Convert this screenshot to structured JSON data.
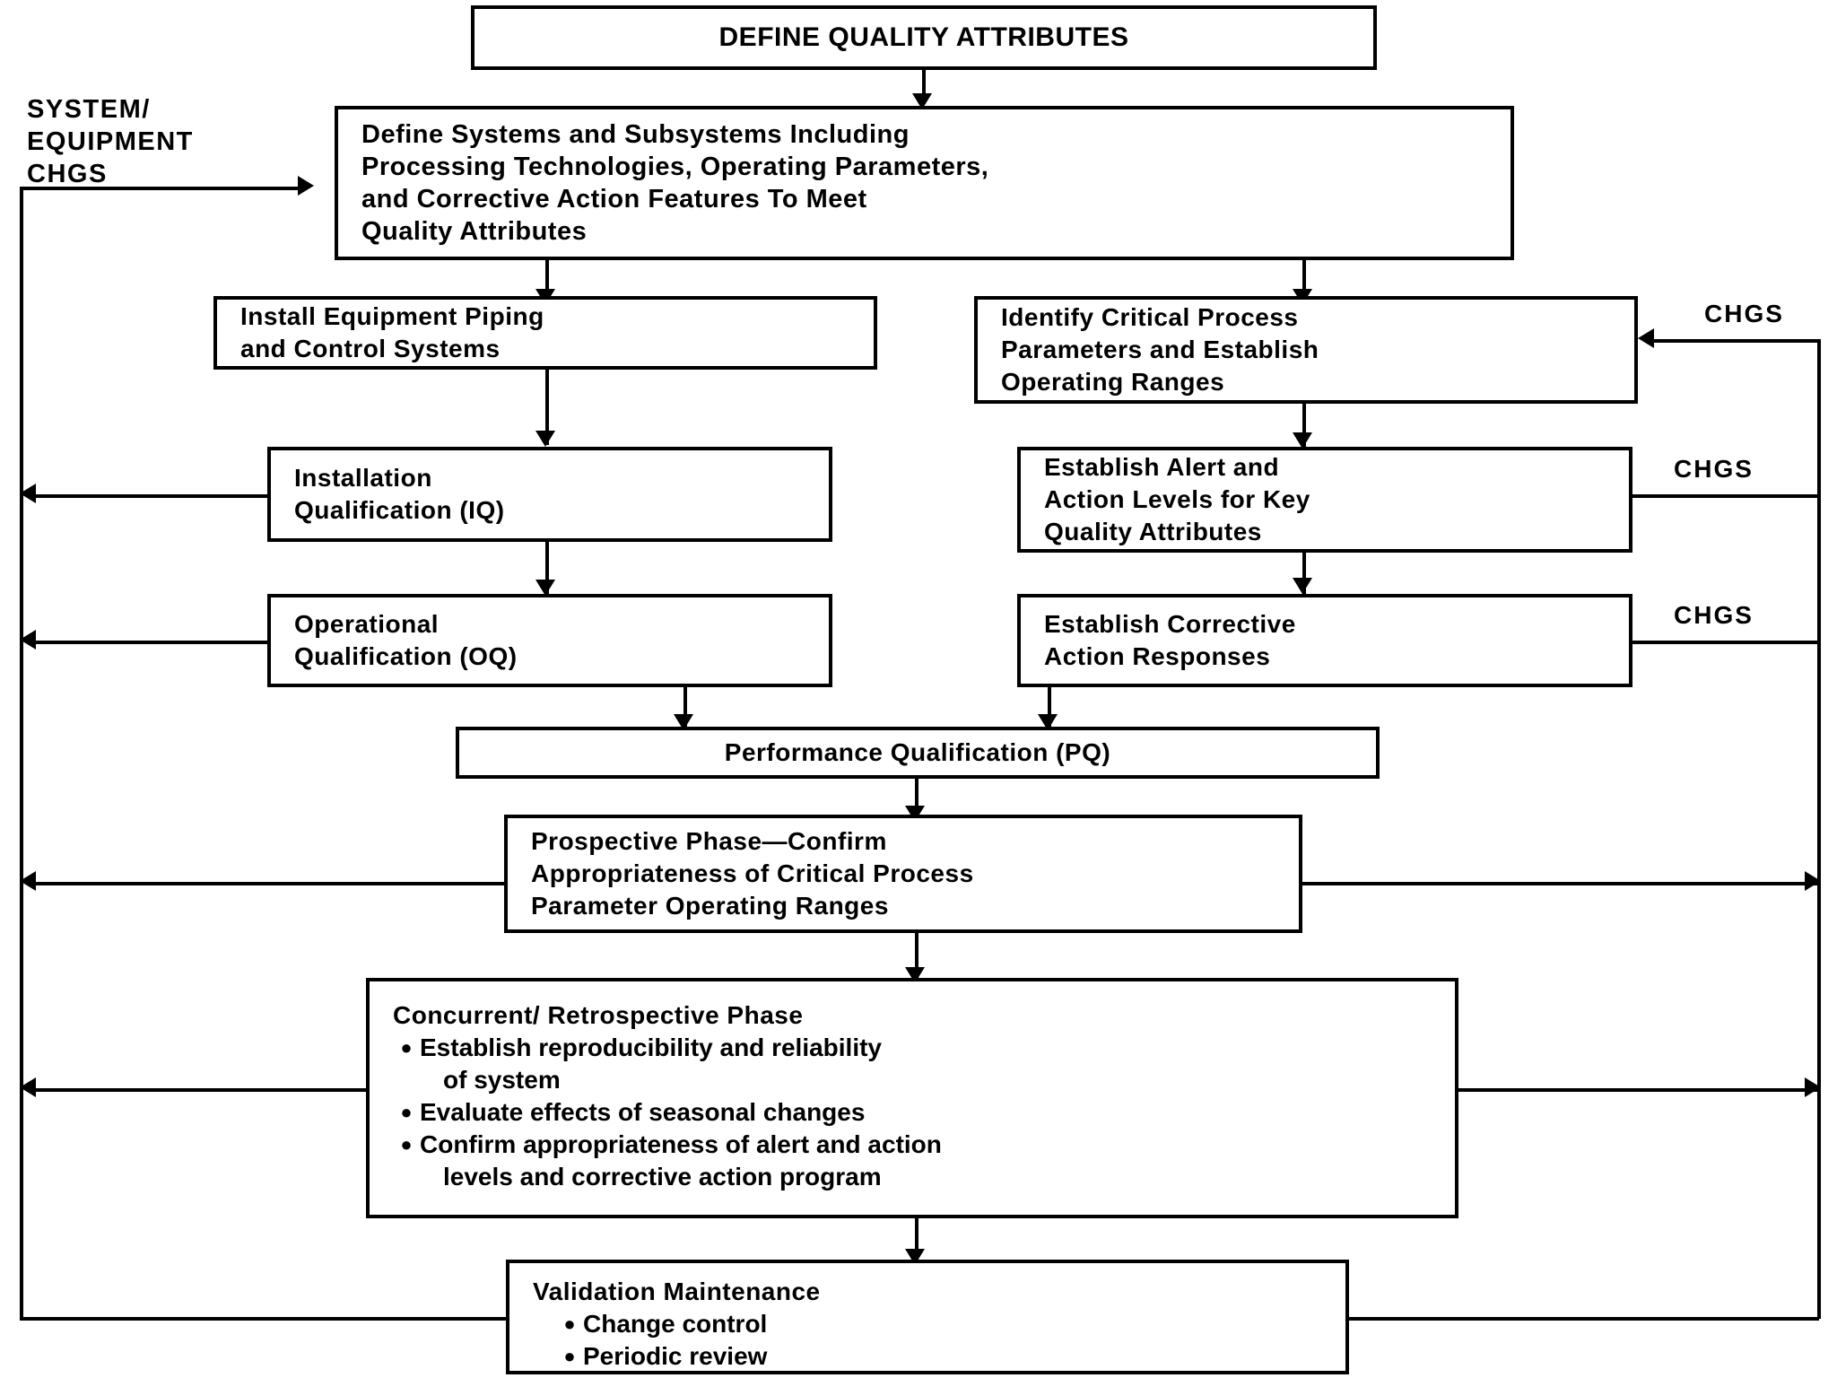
{
  "diagram": {
    "title": "DEFINE QUALITY ATTRIBUTES",
    "nodes": {
      "define_quality_attributes": {
        "label": "DEFINE QUALITY ATTRIBUTES"
      },
      "define_systems": {
        "lines": [
          "Define Systems and Subsystems Including",
          "Processing Technologies, Operating Parameters,",
          "and Corrective Action Features To Meet",
          "Quality Attributes"
        ]
      },
      "install_equipment": {
        "lines": [
          "Install Equipment Piping",
          "and Control Systems"
        ]
      },
      "identify_critical_process": {
        "lines": [
          "Identify Critical Process",
          "Parameters and Establish",
          "Operating Ranges"
        ]
      },
      "installation_qualification": {
        "lines": [
          "Installation",
          "Qualification (IQ)"
        ]
      },
      "establish_alert_action": {
        "lines": [
          "Establish Alert and",
          "Action Levels for Key",
          "Quality Attributes"
        ]
      },
      "operational_qualification": {
        "lines": [
          "Operational",
          "Qualification (OQ)"
        ]
      },
      "establish_corrective_action": {
        "lines": [
          "Establish Corrective",
          "Action Responses"
        ]
      },
      "performance_qualification": {
        "lines": [
          "Performance Qualification (PQ)"
        ]
      },
      "prospective_phase": {
        "lines": [
          "Prospective Phase—Confirm",
          "Appropriateness of Critical Process",
          "Parameter Operating Ranges"
        ]
      },
      "concurrent_retrospective_phase": {
        "heading": "Concurrent/ Retrospective Phase",
        "bullets": [
          {
            "text": "Establish reproducibility and reliability",
            "continuation": "of system"
          },
          {
            "text": "Evaluate effects of seasonal changes",
            "continuation": ""
          },
          {
            "text": "Confirm appropriateness of alert and action",
            "continuation": "levels and corrective action program"
          }
        ]
      },
      "validation_maintenance": {
        "heading": "Validation Maintenance",
        "bullets": [
          {
            "text": "Change control"
          },
          {
            "text": "Periodic review"
          }
        ]
      }
    },
    "labels": {
      "system_equipment_chgs": "SYSTEM/\nEQUIPMENT\nCHGS",
      "chgs_1": "CHGS",
      "chgs_2": "CHGS",
      "chgs_3": "CHGS"
    },
    "colors": {
      "stroke": "#000000",
      "background": "#ffffff"
    }
  }
}
